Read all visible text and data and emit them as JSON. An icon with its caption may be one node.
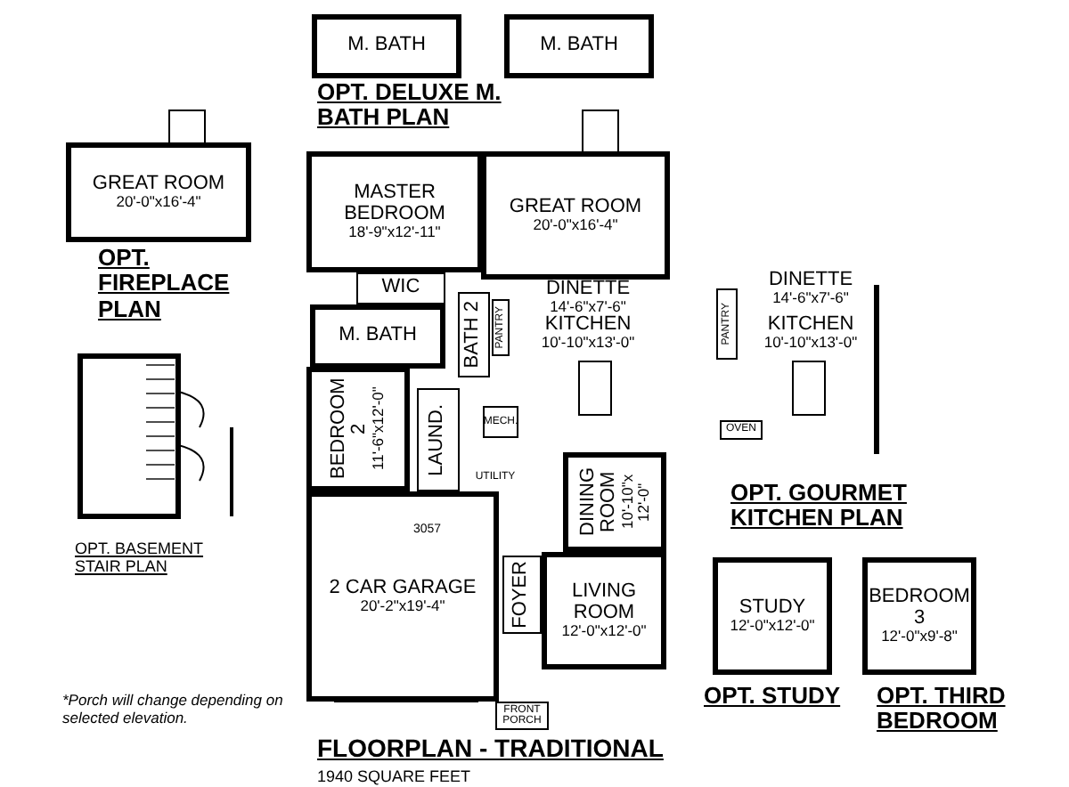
{
  "diagram": {
    "title": "FLOORPLAN - TRADITIONAL",
    "nodes": [
      {
        "text": [
          "M. BATH"
        ]
      },
      {
        "text": [
          "M. BATH"
        ]
      },
      {
        "text": [
          "GREAT ROOM",
          "20'-0\"x16'-4\""
        ]
      },
      {
        "text": [
          "MASTER BEDROOM",
          "18'-9\"x12'-11\""
        ]
      },
      {
        "text": [
          "GREAT ROOM",
          "20'-0\"x16'-4\""
        ]
      },
      {
        "text": [
          "WIC"
        ]
      },
      {
        "text": [
          "M. BATH"
        ]
      },
      {
        "text": [
          "BATH 2"
        ]
      },
      {
        "text": [
          "PANTRY"
        ]
      },
      {
        "text": [
          "DINETTE",
          "14'-6\"x7'-6\""
        ]
      },
      {
        "text": [
          "KITCHEN",
          "10'-10\"x13'-0\""
        ]
      },
      {
        "text": [
          "BEDROOM 2",
          "11'-6\"x12'-0\""
        ]
      },
      {
        "text": [
          "LAUND."
        ]
      },
      {
        "text": [
          "MECH."
        ]
      },
      {
        "text": [
          "UTILITY"
        ]
      },
      {
        "text": [
          "2 CAR GARAGE",
          "20'-2\"x19'-4\""
        ]
      },
      {
        "text": [
          "FOYER"
        ]
      },
      {
        "text": [
          "DINING ROOM",
          "10'-10\"x 12'-0\""
        ]
      },
      {
        "text": [
          "LIVING ROOM",
          "12'-0\"x12'-0\""
        ]
      },
      {
        "text": [
          "FRONT PORCH"
        ]
      },
      {
        "text": [
          "PANTRY"
        ]
      },
      {
        "text": [
          "DINETTE",
          "14'-6\"x7'-6\""
        ]
      },
      {
        "text": [
          "KITCHEN",
          "10'-10\"x13'-0\""
        ]
      },
      {
        "text": [
          "OVEN"
        ]
      },
      {
        "text": [
          "STUDY",
          "12'-0\"x12'-0\""
        ]
      },
      {
        "text": [
          "BEDROOM 3",
          "12'-0\"x9'-8\""
        ]
      }
    ],
    "labels": [
      "OPT. DELUXE M. BATH PLAN",
      "OPT. FIREPLACE PLAN",
      "OPT. BASEMENT STAIR PLAN",
      "3057",
      "*Porch will change depending on selected elevation.",
      "OPT. GOURMET KITCHEN PLAN",
      "OPT. STUDY",
      "OPT. THIRD BEDROOM",
      "1940 SQUARE FEET"
    ]
  }
}
